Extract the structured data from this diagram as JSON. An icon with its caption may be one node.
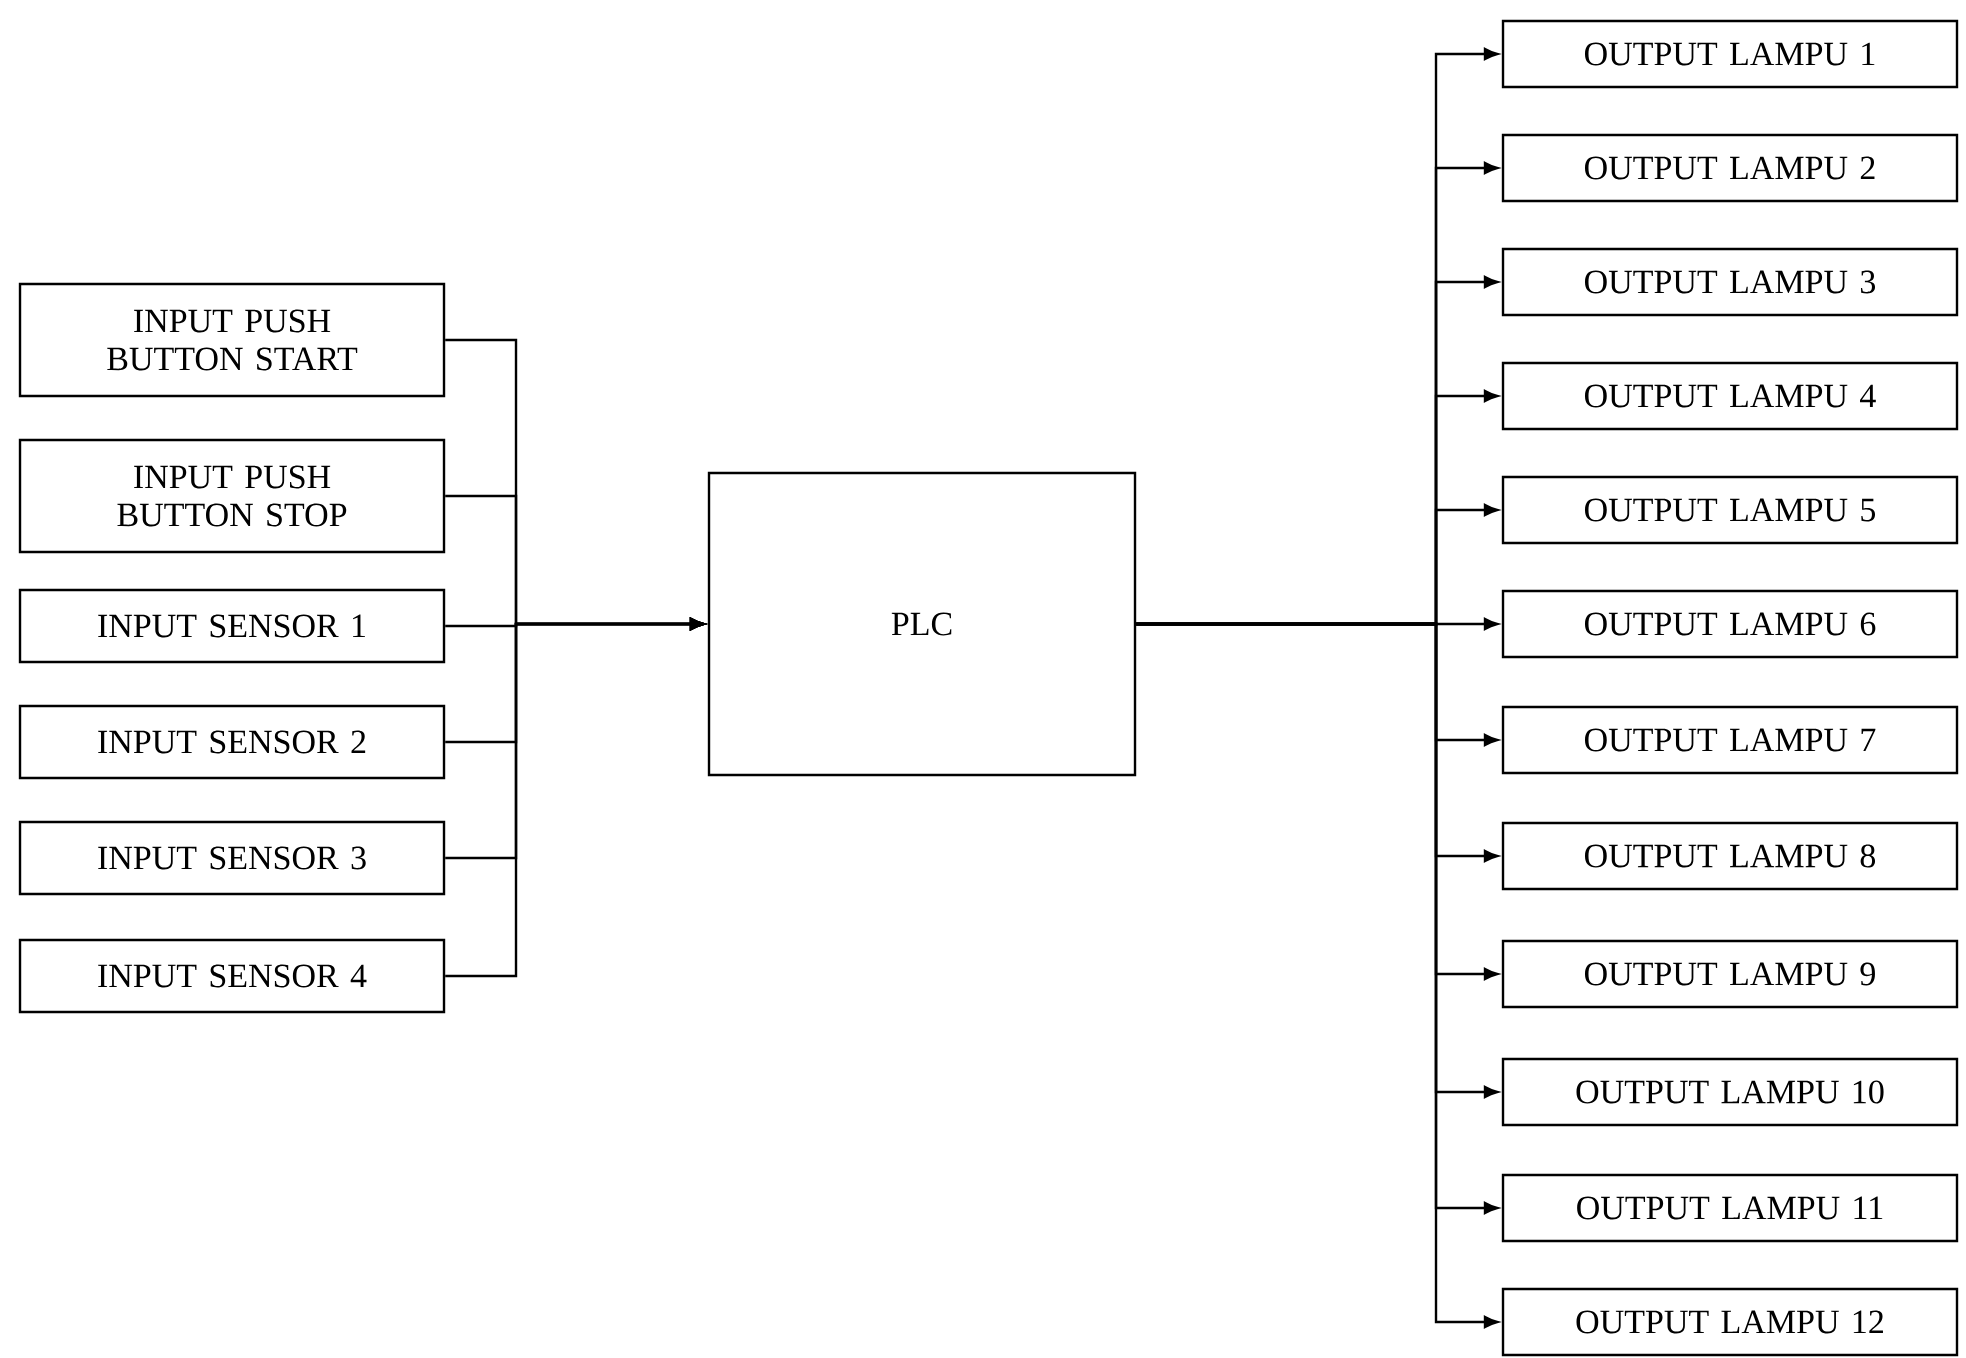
{
  "diagram": {
    "nodes": [
      {
        "text": [
          "INPUT PUSH BUTTON START"
        ]
      },
      {
        "text": [
          "INPUT PUSH BUTTON STOP"
        ]
      },
      {
        "text": [
          "INPUT SENSOR 1"
        ]
      },
      {
        "text": [
          "INPUT SENSOR 2"
        ]
      },
      {
        "text": [
          "INPUT SENSOR 3"
        ]
      },
      {
        "text": [
          "INPUT SENSOR 4"
        ]
      },
      {
        "text": [
          "PLC"
        ]
      },
      {
        "text": [
          "OUTPUT LAMPU 1"
        ]
      },
      {
        "text": [
          "OUTPUT LAMPU 2"
        ]
      },
      {
        "text": [
          "OUTPUT LAMPU 3"
        ]
      },
      {
        "text": [
          "OUTPUT LAMPU 4"
        ]
      },
      {
        "text": [
          "OUTPUT LAMPU 5"
        ]
      },
      {
        "text": [
          "OUTPUT LAMPU 6"
        ]
      },
      {
        "text": [
          "OUTPUT LAMPU 7"
        ]
      },
      {
        "text": [
          "OUTPUT LAMPU 8"
        ]
      },
      {
        "text": [
          "OUTPUT LAMPU 9"
        ]
      },
      {
        "text": [
          "OUTPUT LAMPU 10"
        ]
      },
      {
        "text": [
          "OUTPUT LAMPU 11"
        ]
      },
      {
        "text": [
          "OUTPUT LAMPU 12"
        ]
      }
    ],
    "edges": [
      {
        "from": 0,
        "to": 6,
        "arrow": "to"
      },
      {
        "from": 1,
        "to": 6,
        "arrow": "to"
      },
      {
        "from": 2,
        "to": 6,
        "arrow": "to"
      },
      {
        "from": 3,
        "to": 6,
        "arrow": "to"
      },
      {
        "from": 4,
        "to": 6,
        "arrow": "to"
      },
      {
        "from": 5,
        "to": 6,
        "arrow": "to"
      },
      {
        "from": 6,
        "to": 7,
        "arrow": "to"
      },
      {
        "from": 6,
        "to": 8,
        "arrow": "to"
      },
      {
        "from": 6,
        "to": 9,
        "arrow": "to"
      },
      {
        "from": 6,
        "to": 10,
        "arrow": "to"
      },
      {
        "from": 6,
        "to": 11,
        "arrow": "to"
      },
      {
        "from": 6,
        "to": 12,
        "arrow": "to"
      },
      {
        "from": 6,
        "to": 13,
        "arrow": "to"
      },
      {
        "from": 6,
        "to": 14,
        "arrow": "to"
      },
      {
        "from": 6,
        "to": 15,
        "arrow": "to"
      },
      {
        "from": 6,
        "to": 16,
        "arrow": "to"
      },
      {
        "from": 6,
        "to": 17,
        "arrow": "to"
      },
      {
        "from": 6,
        "to": 18,
        "arrow": "to"
      }
    ]
  }
}
